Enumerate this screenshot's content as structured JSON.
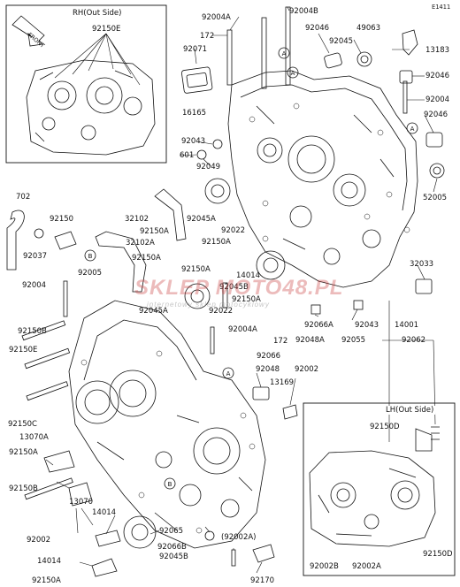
{
  "figure_code": "E1411",
  "insets": {
    "rh_title": "RH(Out Side)",
    "rh_part": "92150E",
    "lh_title": "LH(Out Side)",
    "lh_parts": [
      "92150D",
      "92150D",
      "92002B",
      "92002A"
    ]
  },
  "front_label": "FRONT",
  "watermark": {
    "brand": "SKLEP MOTO48.PL",
    "tagline": "internetowy sklep motocyklowy"
  },
  "callouts": {
    "ref_a": "A",
    "ref_b": "B"
  },
  "parts": [
    {
      "id": "p01",
      "label": "92004A"
    },
    {
      "id": "p02",
      "label": "92004B"
    },
    {
      "id": "p03",
      "label": "172"
    },
    {
      "id": "p04",
      "label": "92071"
    },
    {
      "id": "p05",
      "label": "92046"
    },
    {
      "id": "p06",
      "label": "92045"
    },
    {
      "id": "p07",
      "label": "49063"
    },
    {
      "id": "p08",
      "label": "13183"
    },
    {
      "id": "p09",
      "label": "92046"
    },
    {
      "id": "p10",
      "label": "92004"
    },
    {
      "id": "p11",
      "label": "92046"
    },
    {
      "id": "p12",
      "label": "16165"
    },
    {
      "id": "p13",
      "label": "92043"
    },
    {
      "id": "p14",
      "label": "601"
    },
    {
      "id": "p15",
      "label": "92049"
    },
    {
      "id": "p16",
      "label": "52005"
    },
    {
      "id": "p17",
      "label": "702"
    },
    {
      "id": "p18",
      "label": "92150"
    },
    {
      "id": "p19",
      "label": "32102"
    },
    {
      "id": "p20",
      "label": "92045A"
    },
    {
      "id": "p21",
      "label": "92150A"
    },
    {
      "id": "p22",
      "label": "92022"
    },
    {
      "id": "p23",
      "label": "32102A"
    },
    {
      "id": "p24",
      "label": "92150A"
    },
    {
      "id": "p25",
      "label": "92037"
    },
    {
      "id": "p26",
      "label": "92150A"
    },
    {
      "id": "p27",
      "label": "92150A"
    },
    {
      "id": "p28",
      "label": "32033"
    },
    {
      "id": "p29",
      "label": "92005"
    },
    {
      "id": "p30",
      "label": "14014"
    },
    {
      "id": "p31",
      "label": "92004"
    },
    {
      "id": "p32",
      "label": "92045B"
    },
    {
      "id": "p33",
      "label": "92150A"
    },
    {
      "id": "p34",
      "label": "92022"
    },
    {
      "id": "p35",
      "label": "92045A"
    },
    {
      "id": "p36",
      "label": "92066A"
    },
    {
      "id": "p37",
      "label": "92043"
    },
    {
      "id": "p38",
      "label": "14001"
    },
    {
      "id": "p39",
      "label": "92048A"
    },
    {
      "id": "p40",
      "label": "92055"
    },
    {
      "id": "p41",
      "label": "92004A"
    },
    {
      "id": "p42",
      "label": "172"
    },
    {
      "id": "p43",
      "label": "92150B"
    },
    {
      "id": "p44",
      "label": "92062"
    },
    {
      "id": "p45",
      "label": "92066"
    },
    {
      "id": "p46",
      "label": "92150E"
    },
    {
      "id": "p47",
      "label": "92048"
    },
    {
      "id": "p48",
      "label": "92002"
    },
    {
      "id": "p49",
      "label": "13169"
    },
    {
      "id": "p50",
      "label": "92150C"
    },
    {
      "id": "p51",
      "label": "13070A"
    },
    {
      "id": "p52",
      "label": "92150A"
    },
    {
      "id": "p53",
      "label": "92150B"
    },
    {
      "id": "p54",
      "label": "13070"
    },
    {
      "id": "p55",
      "label": "14014"
    },
    {
      "id": "p56",
      "label": "92002"
    },
    {
      "id": "p57",
      "label": "92065"
    },
    {
      "id": "p58",
      "label": "(92002A)"
    },
    {
      "id": "p59",
      "label": "92066B"
    },
    {
      "id": "p60",
      "label": "92045B"
    },
    {
      "id": "p61",
      "label": "14014"
    },
    {
      "id": "p62",
      "label": "92150A"
    },
    {
      "id": "p63",
      "label": "92170"
    }
  ]
}
